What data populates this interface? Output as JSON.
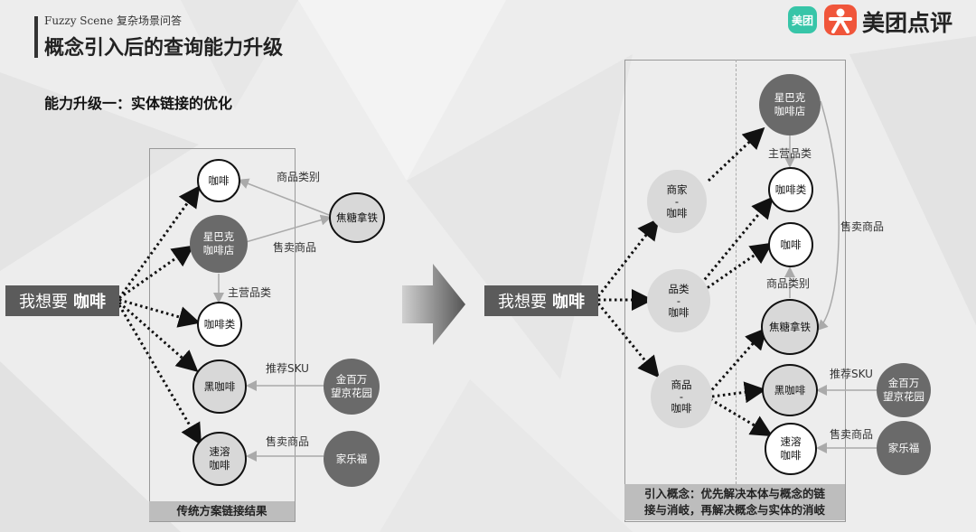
{
  "header": {
    "subtitle": "Fuzzy Scene 复杂场景问答",
    "title": "概念引入后的查询能力升级"
  },
  "section_title": "能力升级一：实体链接的优化",
  "logo": {
    "badge": "美团",
    "text": "美团点评"
  },
  "left": {
    "query_prefix": "我想要",
    "query_keyword": "咖啡",
    "caption": "传统方案链接结果",
    "nodes": {
      "coffee": "咖啡",
      "starbucks": "星巴克\n咖啡店",
      "coffee_cat": "咖啡类",
      "black_coffee": "黑咖啡",
      "instant": "速溶\n咖啡",
      "caramel": "焦糖拿铁",
      "jinbaiwan": "金百万\n望京花园",
      "carrefour": "家乐福"
    },
    "labels": {
      "product_category": "商品类别",
      "sells": "售卖商品",
      "main_category": "主营品类",
      "recommend_sku": "推荐SKU",
      "sells2": "售卖商品"
    }
  },
  "right": {
    "query_prefix": "我想要",
    "query_keyword": "咖啡",
    "caption_line1": "引入概念：优先解决本体与概念的链",
    "caption_line2": "接与消岐，再解决概念与实体的消岐",
    "concepts": {
      "merchant": "商家\n-\n咖啡",
      "category": "品类\n-\n咖啡",
      "product": "商品\n-\n咖啡"
    },
    "nodes": {
      "starbucks": "星巴克\n咖啡店",
      "coffee_cat": "咖啡类",
      "coffee": "咖啡",
      "caramel": "焦糖拿铁",
      "black_coffee": "黑咖啡",
      "instant": "速溶\n咖啡",
      "jinbaiwan": "金百万\n望京花园",
      "carrefour": "家乐福"
    },
    "labels": {
      "main_category": "主营品类",
      "sells": "售卖商品",
      "product_category": "商品类别",
      "recommend_sku": "推荐SKU",
      "sells2": "售卖商品"
    }
  }
}
